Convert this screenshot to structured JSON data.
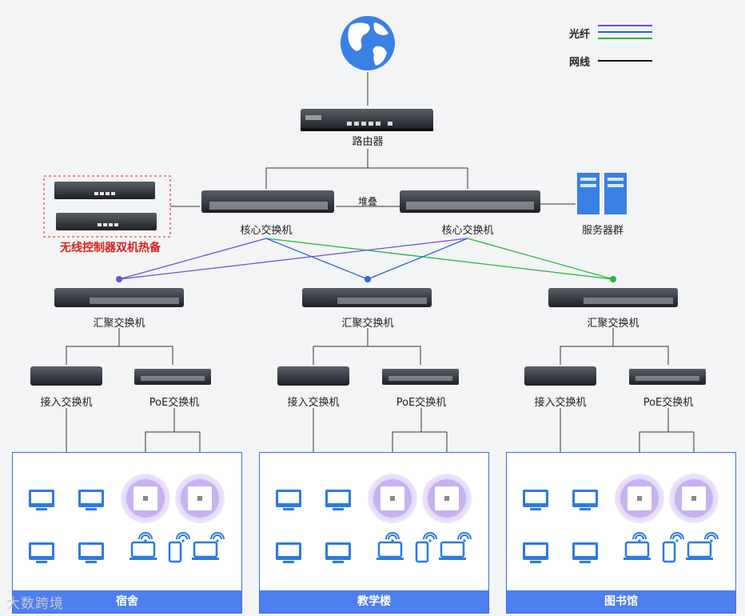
{
  "legend": {
    "fiber_label": "光纤",
    "copper_label": "网线"
  },
  "colors": {
    "fiber_purple": "#6a4fdc",
    "fiber_blue": "#2a67e0",
    "fiber_green": "#27b53c",
    "copper": "#111111",
    "area_header": "#4d7ff0",
    "area_border": "#3d6fe0",
    "controller_red": "#e0201b"
  },
  "router": {
    "label": "路由器"
  },
  "stack": {
    "label": "堆叠"
  },
  "core": {
    "left_label": "核心交换机",
    "right_label": "核心交换机"
  },
  "server": {
    "label": "服务器群"
  },
  "controller": {
    "label": "无线控制器双机热备"
  },
  "aggregation": {
    "labels": [
      "汇聚交换机",
      "汇聚交换机",
      "汇聚交换机"
    ]
  },
  "access": {
    "access_labels": [
      "接入交换机",
      "接入交换机",
      "接入交换机"
    ],
    "poe_labels": [
      "PoE交换机",
      "PoE交换机",
      "PoE交换机"
    ]
  },
  "areas": {
    "titles": [
      "宿舍",
      "教学楼",
      "图书馆"
    ]
  },
  "watermark": "大数跨境"
}
